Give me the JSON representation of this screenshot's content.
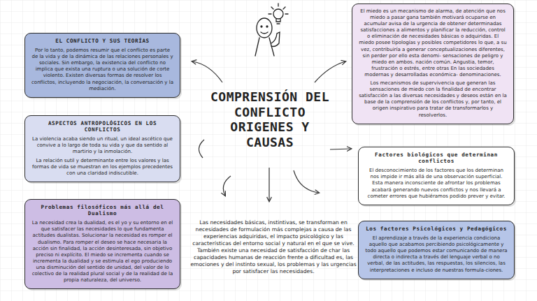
{
  "diagram": {
    "title": "COMPRENSIÓN DEL CONFLICTO ORIGENES Y CAUSAS",
    "nodes": [
      {
        "text": [
          "EL CONFLICTO Y SUS TEORÍAS",
          "Por lo tanto, podemos resumir que el conflicto es parte de la vida y de la dinámica de las relaciones personales y sociales. Sin embargo, la existencia del conflicto no implica que exista una ruptura o una solución de corte violento. Existen diversas formas de resolver los conflictos, incluyendo la negociación, la conversación y la mediación."
        ]
      },
      {
        "text": [
          "ASPECTOS ANTROPOLÓGICOS EN LOS CONFLICTOS",
          "La violencia acaba siendo un ritual, un ideal ascético que convive a lo largo de toda su vida y que da sentido al martirio y la inmolación.",
          "La relación sutil y determinante entre los valores y las formas de vida se muestran en los ejemplos precedentes con una claridad indiscutible."
        ]
      },
      {
        "text": [
          "Problemas filosóficos más allá del Dualismo",
          "La necesidad crea la dualidad, es el yo y su entorno en el que satisfacer las necesidades lo que fundamenta actitudes dualistas. Solucionar la necesidad es romper el dualismo. Para romper el deseo se hace necesaria la acción sin finalidad, la acción desinteresada, sin objetivo preciso ni explícito. El miedo se incrementa cuando se incrementa la dualidad y se estimula el ego produciendo una disminución del sentido de unidad, del valor de lo colectivo de la realidad plural social y de la realidad de la propia naturaleza, del universo."
        ]
      },
      {
        "text": [
          "El miedo es un mecanismo de alarma, de atención que nos miedo a pasar gana también motivará ocuparse en acumular avisa de la urgencia de obtener determinadas satisfacciones a alimentos y planificar la reducción, control o eliminación de necesidades básicas o adquiridas. El miedo posee tipologías y posibles competidores lo que, a su vez, contribuiría a generar conceptualizaciones diferentes, sin perder por ello esta denomi- sensaciones de peligro y miedo en ambos. nación común. Angustia, temor, frustración o estrés, entre otras En las sociedades modernas y desarrolladas económica- denominaciones.",
          "Los mecanismos de supervivencia que generan las sensaciones de miedo con la finalidad de encontrar satisfacción a las diversas necesidades y deseos están en la base de la comprensión de los conflictos y, por tanto, el origen inspirativo para tratar de transformarlos y resolverlos."
        ]
      },
      {
        "text": [
          "Factores biológicos que determinan conflictos",
          "El desconocimiento de los factores que los determinan nos impide ir más allá de una observación superficial. Esta manera inconsciente de afrontar los problemas acabará generando nuevos conflictos y nos llevará a cometer errores que hubiéramos podido prever y evitar."
        ]
      },
      {
        "text": [
          "Los factores Psicológicos y Pedagógicos",
          "El aprendizaje a través de la experiencia condiciona aquello que acabamos percibiendo psicológicamente y todo aquello que podemos estar comunicando de manera directa o indirecta a través del lenguaje verbal o no verbal, de las actitudes, las respuestas, los silencios, las interpretaciones e incluso de nuestras formula-ciones."
        ]
      }
    ],
    "labels": [
      "Las necesidades básicas, instintivas, se transforman en necesidades de formulación más complejas a causa de las experiencias adquiridas, el impacto psicológico y las características del entorno social y natural en el que se vive.",
      "También existe una necesidad de satisfacción de char las capacidades humanas de reacción frente a dificultad es, las emociones y del instinto sexual, los problemas y las urgencias por satisfacer las necesidades."
    ]
  }
}
